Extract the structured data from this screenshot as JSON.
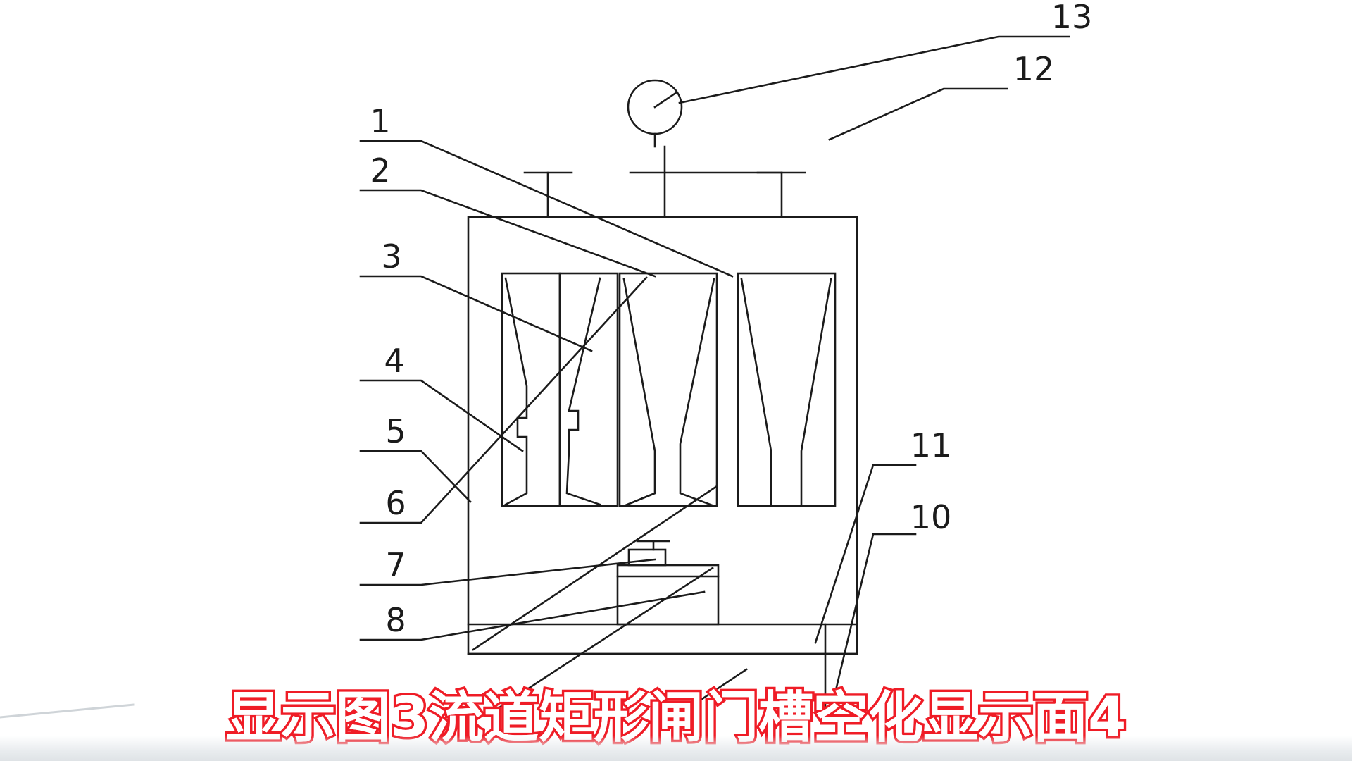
{
  "document": {
    "type": "engineering-drawing",
    "background_color": "#ffffff",
    "line_color": "#1b1b1b"
  },
  "caption": {
    "text": "显示图3流道矩形闸门槽空化显示面4",
    "stroke_color": "#ef1c26",
    "fill_color": "#ffffff"
  },
  "callouts": {
    "left": [
      {
        "id": "1",
        "label": "1"
      },
      {
        "id": "2",
        "label": "2"
      },
      {
        "id": "3",
        "label": "3"
      },
      {
        "id": "4",
        "label": "4"
      },
      {
        "id": "5",
        "label": "5"
      },
      {
        "id": "6",
        "label": "6"
      },
      {
        "id": "7",
        "label": "7"
      },
      {
        "id": "8",
        "label": "8"
      }
    ],
    "right": [
      {
        "id": "13",
        "label": "13"
      },
      {
        "id": "12",
        "label": "12"
      },
      {
        "id": "11",
        "label": "11"
      },
      {
        "id": "10",
        "label": "10"
      }
    ]
  },
  "numbers": {
    "n1": "1",
    "n2": "2",
    "n3": "3",
    "n4": "4",
    "n5": "5",
    "n6": "6",
    "n7": "7",
    "n8": "8",
    "n10": "10",
    "n11": "11",
    "n12": "12",
    "n13": "13"
  }
}
